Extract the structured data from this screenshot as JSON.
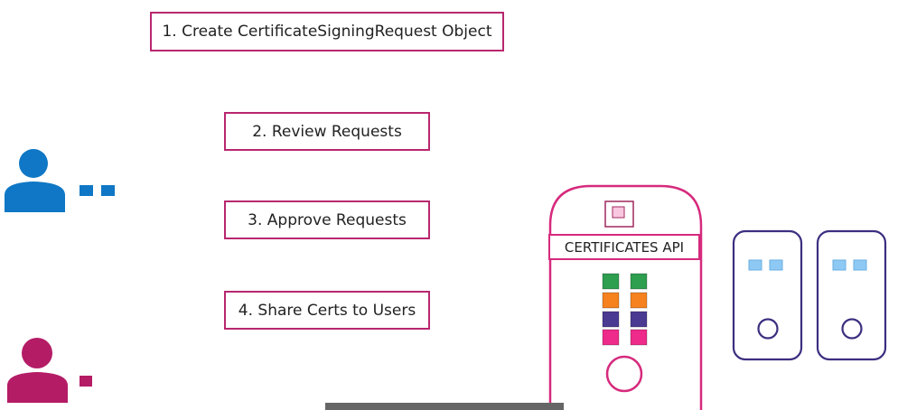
{
  "steps": [
    {
      "label": "1. Create CertificateSigningRequest Object"
    },
    {
      "label": "2. Review Requests"
    },
    {
      "label": "3. Approve Requests"
    },
    {
      "label": "4. Share Certs to Users"
    }
  ],
  "api": {
    "label": "CERTIFICATES API"
  },
  "colors": {
    "user1": "#0f77c5",
    "user2": "#b41c66",
    "api_border": "#d62a7d",
    "server_border": "#3d2e80",
    "server_squares": "#8ec9f5",
    "grid_rows": [
      "#2e9e4f",
      "#f5821f",
      "#4b3a92",
      "#ee2a8a"
    ]
  }
}
